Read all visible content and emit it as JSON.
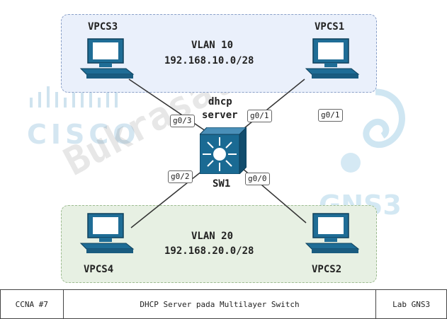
{
  "zones": {
    "top": {
      "vlan": "VLAN 10",
      "subnet": "192.168.10.0/28"
    },
    "bottom": {
      "vlan": "VLAN 20",
      "subnet": "192.168.20.0/28"
    }
  },
  "devices": {
    "vpcs3": "VPCS3",
    "vpcs1": "VPCS1",
    "vpcs4": "VPCS4",
    "vpcs2": "VPCS2",
    "switch": "SW1",
    "switch_role_1": "dhcp",
    "switch_role_2": "server"
  },
  "ports": {
    "g03": "g0/3",
    "g01": "g0/1",
    "g01_extra": "g0/1",
    "g02": "g0/2",
    "g00": "g0/0"
  },
  "watermarks": {
    "cisco": "CISCO",
    "gns3": "GNS3",
    "diagonal": "Bukrasathil"
  },
  "footer": {
    "left": "CCNA #7",
    "center": "DHCP Server pada Multilayer Switch",
    "right": "Lab GNS3"
  },
  "colors": {
    "pc_blue": "#1f6d96",
    "switch_blue": "#1a6a93",
    "vlan10_bg": "#eaf0fb",
    "vlan20_bg": "#e7f0e3"
  }
}
